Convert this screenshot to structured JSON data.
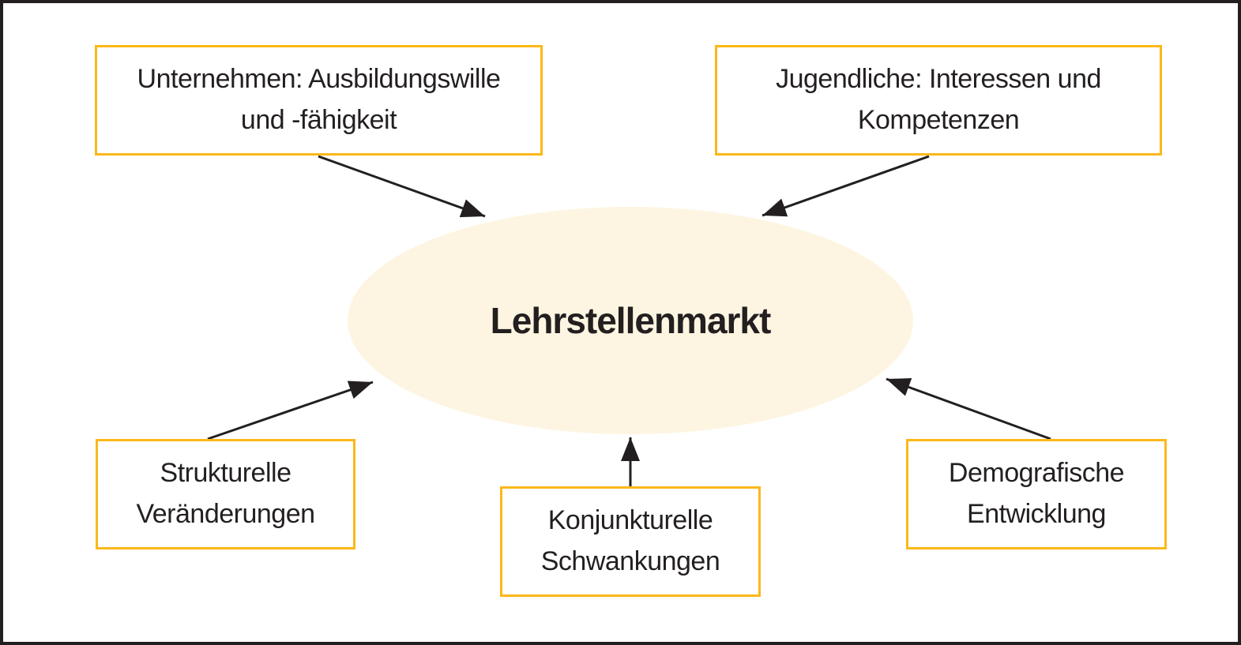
{
  "diagram": {
    "title": "Lehrstellenmarkt",
    "center": {
      "label": "Lehrstellenmarkt"
    },
    "boxes": [
      {
        "name": "unternehmen",
        "position": "top-left",
        "lines": [
          "Unternehmen: Ausbildungswille",
          "und -fähigkeit"
        ]
      },
      {
        "name": "jugendliche",
        "position": "top-right",
        "lines": [
          "Jugendliche: Interessen und",
          "Kompetenzen"
        ]
      },
      {
        "name": "strukturelle",
        "position": "bottom-left",
        "lines": [
          "Strukturelle",
          "Veränderungen"
        ]
      },
      {
        "name": "konjunkturelle",
        "position": "bottom-center",
        "lines": [
          "Konjunkturelle",
          "Schwankungen"
        ]
      },
      {
        "name": "demografische",
        "position": "bottom-right",
        "lines": [
          "Demografische",
          "Entwicklung"
        ]
      }
    ],
    "arrows": [
      {
        "from": "unternehmen",
        "to": "center"
      },
      {
        "from": "jugendliche",
        "to": "center"
      },
      {
        "from": "strukturelle",
        "to": "center"
      },
      {
        "from": "konjunkturelle",
        "to": "center"
      },
      {
        "from": "demografische",
        "to": "center"
      }
    ],
    "colors": {
      "box_border": "#FCB819",
      "ellipse_fill": "#FDF5E1",
      "text": "#231F20",
      "arrow": "#231F20",
      "frame_border": "#231F20",
      "background": "#FFFFFF"
    }
  }
}
